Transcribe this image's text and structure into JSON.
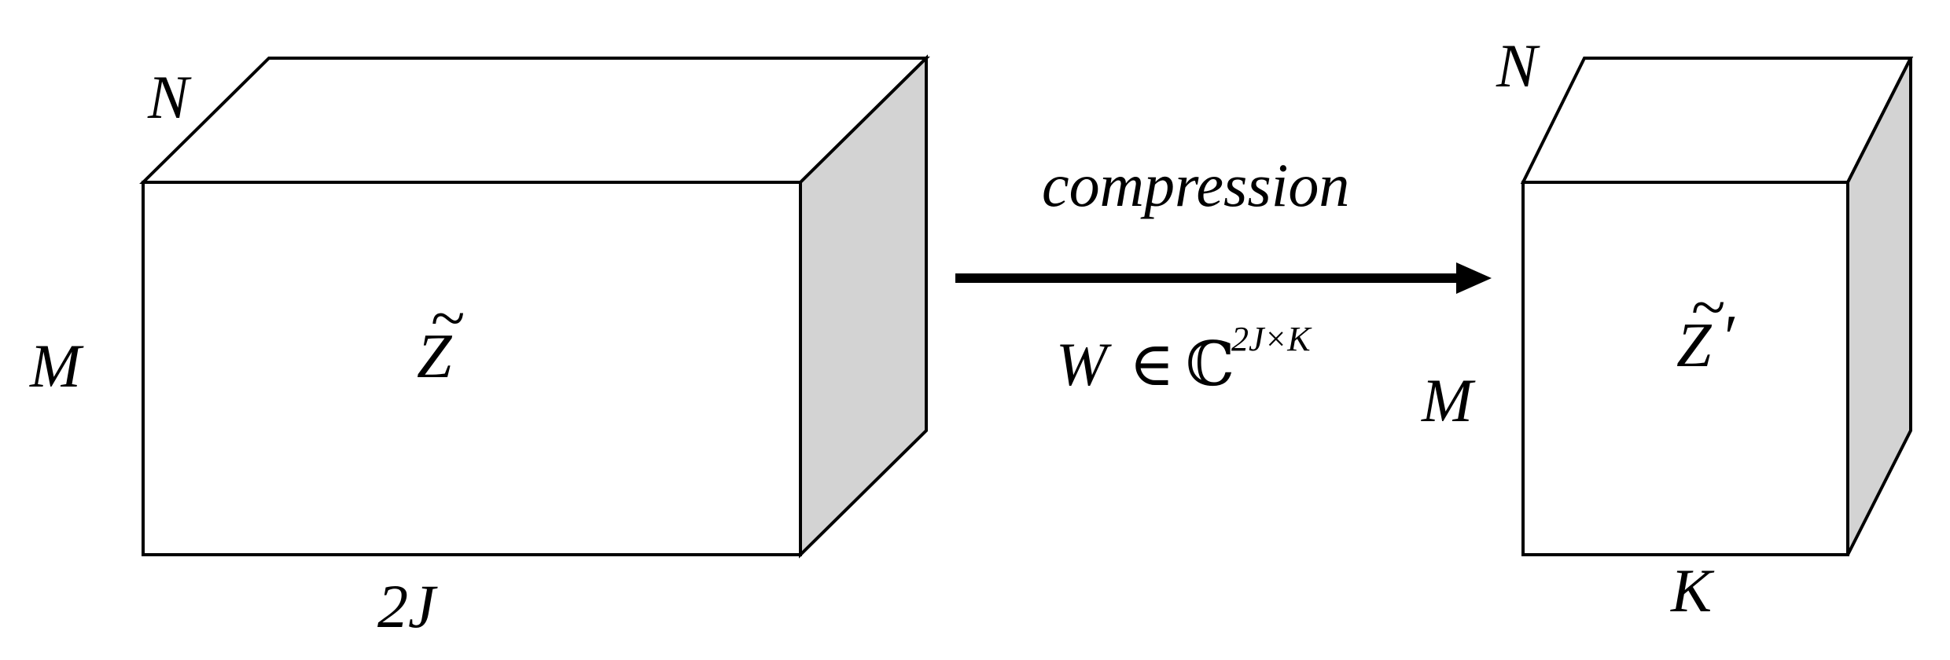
{
  "left_block": {
    "depth_label": "N",
    "height_label": "M",
    "width_label": "2J",
    "tensor_base": "Z",
    "tensor_accent": "~",
    "tensor_prime": ""
  },
  "right_block": {
    "depth_label": "N",
    "height_label": "M",
    "width_label": "K",
    "tensor_base": "Z",
    "tensor_accent": "~",
    "tensor_prime": "′"
  },
  "arrow": {
    "label_top": "compression",
    "label_bottom_var": "W",
    "label_bottom_in": "∈",
    "label_bottom_set": "ℂ",
    "label_bottom_exp": "2J×K"
  },
  "colors": {
    "front_face": "#ffffff",
    "top_face": "#ffffff",
    "side_face": "#d3d3d3",
    "stroke": "#000000"
  }
}
